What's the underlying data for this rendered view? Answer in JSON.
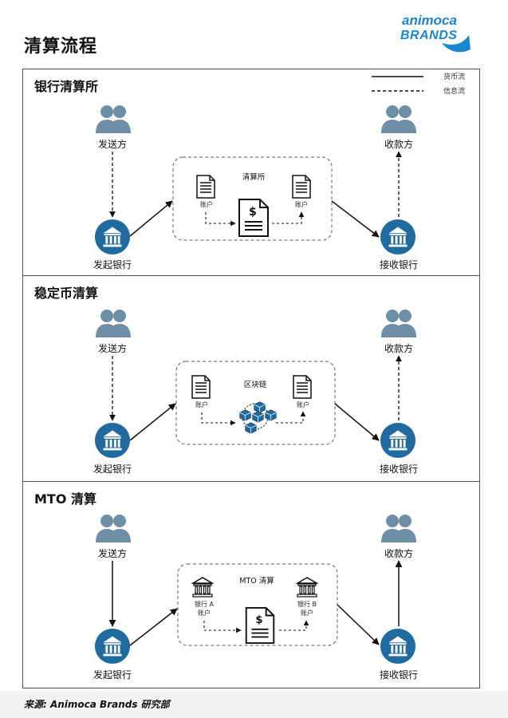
{
  "page": {
    "title": "清算流程"
  },
  "logo": {
    "line1": "animoca",
    "line2": "BRANDS"
  },
  "legend": {
    "money_flow": "货币流",
    "info_flow": "信息流"
  },
  "panels": [
    {
      "title": "银行清算所",
      "sender": "发送方",
      "receiver": "收款方",
      "origin_bank": "发起银行",
      "receiving_bank": "接收银行",
      "box_title": "清算所",
      "left_label": "账户",
      "right_label": "账户"
    },
    {
      "title": "稳定币清算",
      "sender": "发送方",
      "receiver": "收款方",
      "origin_bank": "发起银行",
      "receiving_bank": "接收银行",
      "box_title": "区块链",
      "left_label": "账户",
      "right_label": "账户"
    },
    {
      "title": "MTO 清算",
      "sender": "发送方",
      "receiver": "收款方",
      "origin_bank": "发起银行",
      "receiving_bank": "接收银行",
      "box_title": "MTO 清算",
      "left_bank": "银行 A",
      "left_label": "账户",
      "right_bank": "银行 B",
      "right_label": "账户"
    }
  ],
  "footer": {
    "source": "来源: Animoca Brands 研究部"
  },
  "colors": {
    "bank_circle": "#1f6a9e",
    "people": "#6f8fa6",
    "frame": "#555555"
  }
}
